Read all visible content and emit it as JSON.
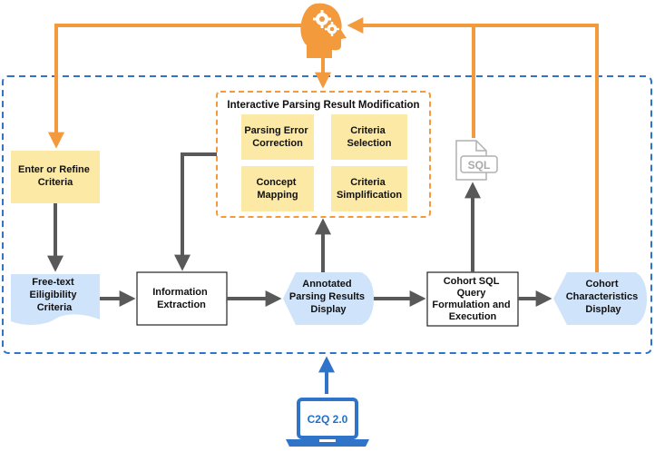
{
  "modification_panel": {
    "title": "Interactive Parsing Result Modification",
    "options": [
      {
        "lines": [
          "Parsing Error",
          "Correction"
        ]
      },
      {
        "lines": [
          "Criteria",
          "Selection"
        ]
      },
      {
        "lines": [
          "Concept",
          "Mapping"
        ]
      },
      {
        "lines": [
          "Criteria",
          "Simplification"
        ]
      }
    ]
  },
  "steps": {
    "enter_criteria": {
      "lines": [
        "Enter or Refine",
        "Criteria"
      ]
    },
    "free_text": {
      "lines": [
        "Free-text",
        "Eiligibility",
        "Criteria"
      ]
    },
    "information_extraction": {
      "lines": [
        "Information",
        "Extraction"
      ]
    },
    "annotated_results": {
      "lines": [
        "Annotated",
        "Parsing Results",
        "Display"
      ]
    },
    "cohort_sql": {
      "lines": [
        "Cohort SQL",
        "Query",
        "Formulation and",
        "Execution"
      ]
    },
    "cohort_characteristics": {
      "lines": [
        "Cohort",
        "Characteristics",
        "Display"
      ]
    }
  },
  "sql_file_icon": {
    "label": "SQL"
  },
  "system": {
    "name": "C2Q 2.0"
  },
  "icons": {
    "user": "user-gears-icon",
    "laptop": "laptop-icon",
    "file": "sql-file-icon"
  },
  "colors": {
    "orange": "#f39a3d",
    "yellow_fill": "#fde9a6",
    "blue_fill": "#cfe3fb",
    "blue_border": "#2f74c8",
    "gray_arrow": "#595959"
  }
}
